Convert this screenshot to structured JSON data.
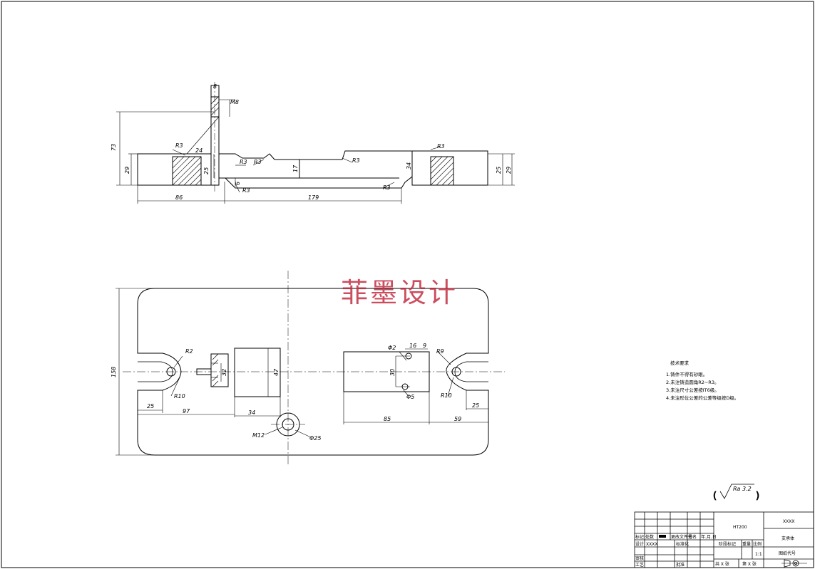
{
  "watermark": "菲墨设计",
  "colors": {
    "line": "#000000",
    "watermark": "#c0283c"
  },
  "top_view": {
    "dims": {
      "width_8": "8",
      "thread": "M8",
      "height_73": "73",
      "height_29_left": "29",
      "r3_a": "R3",
      "d24": "24",
      "d25_mid": "25",
      "r3_b": "R3",
      "r3_c": "R3",
      "d17": "17",
      "r3_d": "R3",
      "d34": "34",
      "r3_e": "R3",
      "d25_right": "25",
      "d29_right": "29",
      "d6": "6",
      "r3_f": "R3",
      "r3_g": "R3",
      "d86": "86",
      "d179": "179"
    }
  },
  "plan_view": {
    "dims": {
      "d158": "158",
      "r2": "R2",
      "r10_left": "R10",
      "d25_left": "25",
      "d97": "97",
      "d32": "32",
      "d47": "47",
      "d34": "34",
      "m12": "M12",
      "phi25": "Φ25",
      "phi2": "Φ2",
      "d16": "16",
      "d9": "9",
      "d30": "30",
      "phi5": "Φ5",
      "r9": "R9",
      "r10_right": "R10",
      "d25_right": "25",
      "d85": "85",
      "d59": "59"
    }
  },
  "notes": {
    "title": "技术要求",
    "lines": [
      "1.铸件不得有砂眼。",
      "2.未注铸造圆角R2~R3。",
      "3.未注尺寸公差按IT6级。",
      "4.未注形位公差的公差等级按D级。"
    ]
  },
  "roughness": {
    "label": "Ra 3.2"
  },
  "title_block": {
    "material": "HT200",
    "company": "XXXX",
    "part_name": "支承体",
    "drawing_no": "图纸代号",
    "scale": "1:1",
    "labels": {
      "mark": "标记",
      "count": "处数",
      "file": "更改文件号",
      "sign": "签名",
      "date": "年.月.日",
      "design": "设计",
      "designer": "XXXX",
      "standard": "标准化",
      "stage": "阶段标记",
      "weight": "重量",
      "ratio": "比例",
      "check": "审核",
      "process": "工艺",
      "approve": "批准",
      "total_sheets": "共 X 张",
      "sheet_no": "第 X 张"
    }
  }
}
